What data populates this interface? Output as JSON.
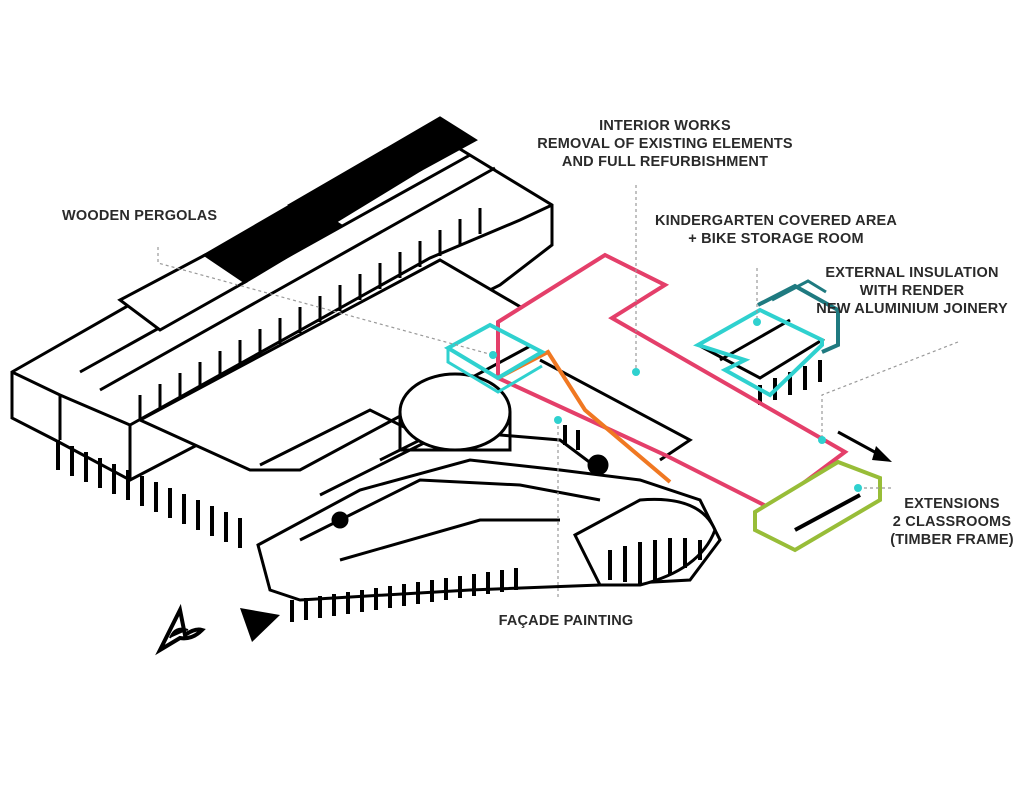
{
  "colors": {
    "interior": "#e43f6a",
    "cyan": "#2fd1cf",
    "teal": "#1f7a80",
    "orange": "#f07822",
    "green": "#98bd38",
    "ink": "#000000",
    "leader": "#999999",
    "dot": "#2fd1cf"
  },
  "labels": {
    "interior_works": [
      "INTERIOR WORKS",
      "REMOVAL OF EXISTING ELEMENTS",
      "AND FULL REFURBISHMENT"
    ],
    "wooden_pergolas": [
      "WOODEN PERGOLAS"
    ],
    "kindergarten": [
      "KINDERGARTEN COVERED AREA",
      "+ BIKE STORAGE ROOM"
    ],
    "external_insulation": [
      "EXTERNAL INSULATION",
      "WITH RENDER",
      "NEW ALUMINIUM JOINERY"
    ],
    "extensions": [
      "EXTENSIONS",
      "2 CLASSROOMS",
      "(TIMBER FRAME)"
    ],
    "facade_painting": [
      "FAÇADE PAINTING"
    ]
  },
  "icons": {
    "north": "north-arrow-icon",
    "view_eye": "view-direction-eye-icon",
    "view_triangle": "view-direction-triangle-icon",
    "direction_arrow": "direction-arrow-icon"
  }
}
